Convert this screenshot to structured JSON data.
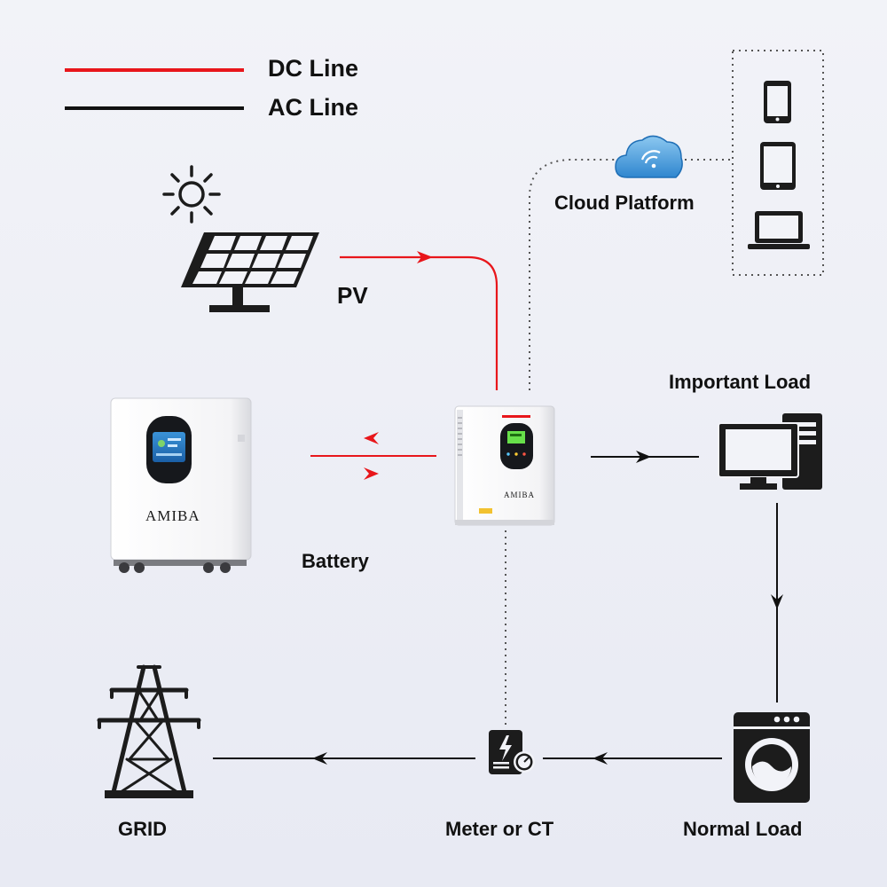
{
  "legend": [
    {
      "label": "DC Line",
      "color": "#e8161b"
    },
    {
      "label": "AC Line",
      "color": "#111111"
    }
  ],
  "nodes": {
    "pv": {
      "label": "PV",
      "icon": "solar-panel-icon"
    },
    "sun": {
      "icon": "sun-icon"
    },
    "battery": {
      "label": "Battery",
      "brand": "AMIBA"
    },
    "inverter": {
      "brand": "AMIBA"
    },
    "cloud": {
      "label": "Cloud Platform",
      "icon": "cloud-wifi-icon"
    },
    "devices": [
      {
        "icon": "smartphone-icon"
      },
      {
        "icon": "tablet-icon"
      },
      {
        "icon": "laptop-icon"
      }
    ],
    "important_load": {
      "label": "Important Load",
      "icon": "desktop-computer-icon"
    },
    "normal_load": {
      "label": "Normal Load",
      "icon": "washing-machine-icon"
    },
    "meter": {
      "label": "Meter or CT",
      "icon": "meter-icon"
    },
    "grid": {
      "label": "GRID",
      "icon": "transmission-tower-icon"
    }
  },
  "colors": {
    "dc": "#e8161b",
    "ac": "#111111",
    "dotted": "#555555",
    "icon": "#1c1c1c",
    "background": "#edeff6"
  }
}
